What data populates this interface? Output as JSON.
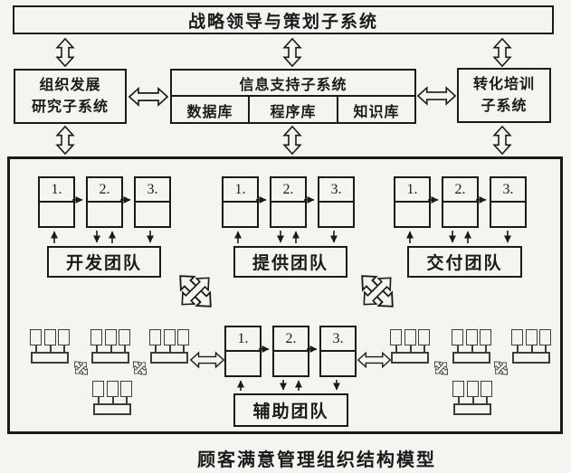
{
  "colors": {
    "line": "#1a1a1a",
    "paper": "#f5f4f0",
    "cluster_line": "#3d3d3d"
  },
  "top_system": "战略领导与策划子系统",
  "org_box": [
    "组织发展",
    "研究子系统"
  ],
  "info_system": {
    "title": "信息支持子系统",
    "cells": [
      "数据库",
      "程序库",
      "知识库"
    ]
  },
  "training_box": [
    "转化培训",
    "子系统"
  ],
  "nums": [
    "1.",
    "2.",
    "3."
  ],
  "teams": {
    "develop": "开发团队",
    "provide": "提供团队",
    "deliver": "交付团队",
    "assist": "辅助团队"
  },
  "caption": "顾客满意管理组织结构模型"
}
